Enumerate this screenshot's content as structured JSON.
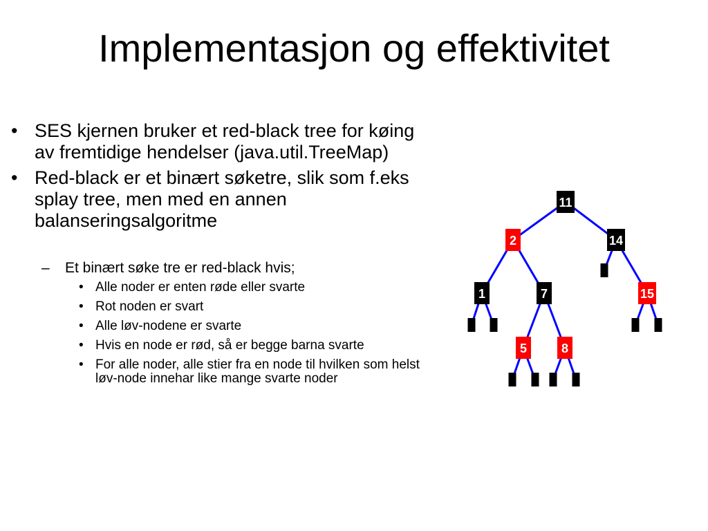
{
  "slide": {
    "title": "Implementasjon og effektivitet",
    "bullets": [
      {
        "text": "SES kjernen bruker et red-black tree for køing av fremtidige hendelser (java.util.TreeMap)"
      },
      {
        "text": "Red-black er et binært søketre, slik som f.eks splay tree, men med en annen balanseringsalgoritme"
      }
    ],
    "sub_bullet": "Et binært søke tre er red-black hvis;",
    "rules": [
      "Alle noder er enten røde eller svarte",
      "Rot noden er svart",
      "Alle løv-nodene er svarte",
      "Hvis en node er rød, så er begge barna svarte",
      "For alle noder, alle stier fra en node til hvilken som helst løv-node  innehar like mange svarte noder"
    ],
    "markers": {
      "l1": "•",
      "l2": "–",
      "l3": "•"
    }
  },
  "tree": {
    "colors": {
      "red": "#ff0000",
      "black": "#000000",
      "edge": "#0000ff"
    },
    "nodes": [
      {
        "id": "n11",
        "label": "11",
        "color": "black"
      },
      {
        "id": "n2",
        "label": "2",
        "color": "red"
      },
      {
        "id": "n14",
        "label": "14",
        "color": "black"
      },
      {
        "id": "n1",
        "label": "1",
        "color": "black"
      },
      {
        "id": "n7",
        "label": "7",
        "color": "black"
      },
      {
        "id": "n15",
        "label": "15",
        "color": "red"
      },
      {
        "id": "n5",
        "label": "5",
        "color": "red"
      },
      {
        "id": "n8",
        "label": "8",
        "color": "red"
      }
    ]
  }
}
